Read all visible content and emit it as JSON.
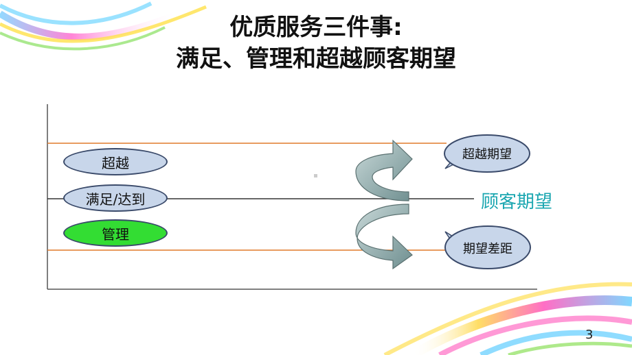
{
  "title": {
    "line1": "优质服务三件事:",
    "line2": "满足、管理和超越顾客期望"
  },
  "levels": {
    "exceed": "超越",
    "meet": "满足/达到",
    "manage": "管理"
  },
  "callouts": {
    "exceed_expectation": "超越期望",
    "expectation_gap": "期望差距"
  },
  "customer_expectation": "顾客期望",
  "page_number": "3",
  "colors": {
    "line_orange": "#e07a2a",
    "oval_fill": "#c8d6ea",
    "manage_fill": "#33dd33",
    "label_teal": "#1aa6b0",
    "arrow_fill": "#9fb3b5"
  }
}
